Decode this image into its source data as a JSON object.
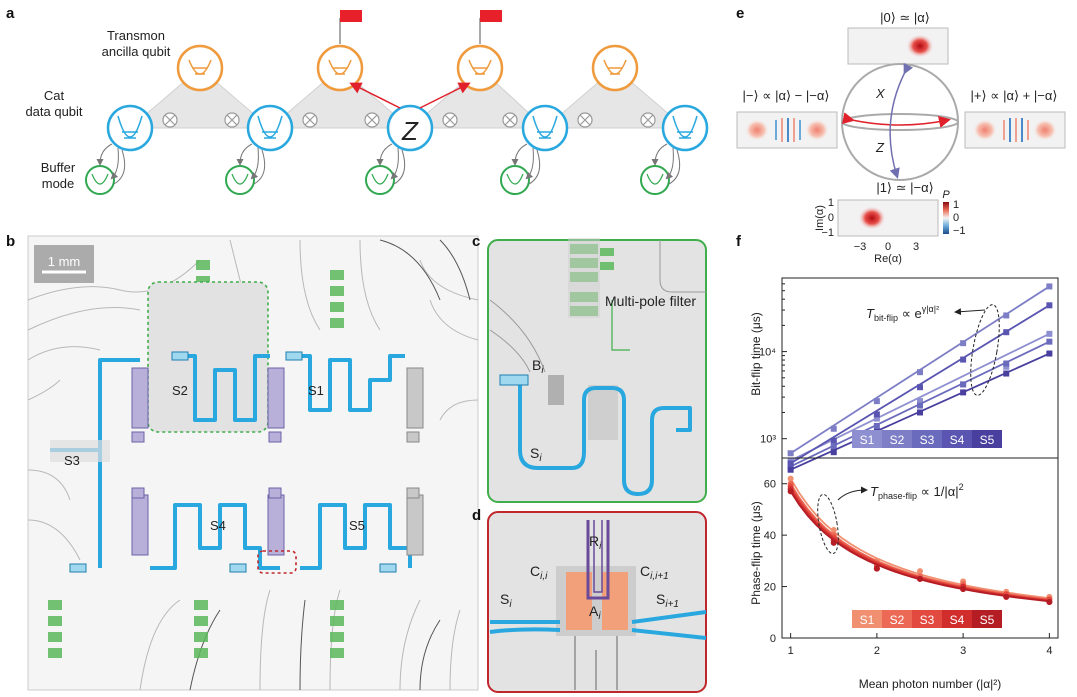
{
  "panels": {
    "a": "a",
    "b": "b",
    "c": "c",
    "d": "d",
    "e": "e",
    "f": "f"
  },
  "panel_a": {
    "transmon_label_1": "Transmon",
    "transmon_label_2": "ancilla qubit",
    "cat_label_1": "Cat",
    "cat_label_2": "data qubit",
    "buffer_label_1": "Buffer",
    "buffer_label_2": "mode",
    "z_label": "Z",
    "colors": {
      "transmon": "#ef9a3c",
      "cat": "#29a8df",
      "buffer": "#2fa84f",
      "flag": "#e8202a",
      "arrow": "#e0202a"
    }
  },
  "panel_b": {
    "scale_bar": "1 mm",
    "storage_labels": [
      "S2",
      "S1",
      "S3",
      "S4",
      "S5"
    ],
    "colors": {
      "storage": "#29a8df",
      "inset_c": "#3fae4a",
      "inset_d": "#c0272d"
    }
  },
  "panel_c": {
    "filter_label": "Multi-pole filter",
    "buffer_label": "B",
    "buffer_sub": "i",
    "storage_label": "S",
    "storage_sub": "i"
  },
  "panel_d": {
    "r_label": "R",
    "r_sub": "i",
    "c_left": "C",
    "c_left_sub": "i,i",
    "c_right": "C",
    "c_right_sub": "i,i+1",
    "a_label": "A",
    "a_sub": "i",
    "s_left": "S",
    "s_left_sub": "i",
    "s_right": "S",
    "s_right_sub": "i+1"
  },
  "panel_e": {
    "top_state": "|0⟩ ≃ |α⟩",
    "bottom_state": "|1⟩ ≃ |−α⟩",
    "left_state": "|−⟩ ∝ |α⟩ − |−α⟩",
    "right_state": "|+⟩ ∝ |α⟩ + |−α⟩",
    "x_axis": "X",
    "z_axis": "Z",
    "im_label": "Im(α)",
    "re_label": "Re(α)",
    "colorbar_label": "P",
    "colorbar_ticks": [
      "1",
      "0",
      "−1"
    ],
    "x_ticks": [
      "−3",
      "0",
      "3"
    ],
    "y_ticks": [
      "1",
      "0",
      "−1"
    ]
  },
  "panel_f": {
    "xlabel": "Mean photon number (|α|²)",
    "annotation_top": "T",
    "annotation_top_sub": "bit-flip",
    "annotation_top_rest": " ∝ e",
    "annotation_top_sup": "γ|α|²",
    "annotation_bottom": "T",
    "annotation_bottom_sub": "phase-flip",
    "annotation_bottom_rest": " ∝ 1/|α|",
    "annotation_bottom_sup": "2",
    "legend_top": [
      "S1",
      "S2",
      "S3",
      "S4",
      "S5"
    ],
    "legend_bottom": [
      "S1",
      "S2",
      "S3",
      "S4",
      "S5"
    ]
  },
  "chart_data": [
    {
      "type": "scatter",
      "ylabel": "Bit-flip time (μs)",
      "yscale": "log",
      "ylim": [
        600,
        70000
      ],
      "xlim": [
        0.9,
        4.1
      ],
      "yticks": [
        "10³",
        "10⁴"
      ],
      "x": [
        1,
        1.5,
        2,
        2.5,
        3,
        3.5,
        4
      ],
      "series": [
        {
          "name": "S1",
          "color": "#8e8fd0",
          "values": [
            560,
            900,
            1700,
            2700,
            4200,
            6700,
            16000
          ]
        },
        {
          "name": "S2",
          "color": "#7d7ec6",
          "values": [
            680,
            1300,
            2700,
            5800,
            12500,
            26000,
            56000
          ]
        },
        {
          "name": "S3",
          "color": "#6b6bbd",
          "values": [
            480,
            800,
            1400,
            2400,
            4200,
            7300,
            13000
          ]
        },
        {
          "name": "S4",
          "color": "#5955b0",
          "values": [
            520,
            950,
            1900,
            3900,
            8100,
            16700,
            34000
          ]
        },
        {
          "name": "S5",
          "color": "#483f9f",
          "values": [
            440,
            700,
            1200,
            2000,
            3400,
            5600,
            9500
          ]
        }
      ]
    },
    {
      "type": "scatter",
      "ylabel": "Phase-flip time (μs)",
      "ylim": [
        0,
        70
      ],
      "xlim": [
        0.9,
        4.1
      ],
      "xticks": [
        1,
        2,
        3,
        4
      ],
      "yticks": [
        0,
        20,
        40,
        60
      ],
      "x": [
        1,
        1.5,
        2,
        2.5,
        3,
        3.5,
        4
      ],
      "series": [
        {
          "name": "S1",
          "color": "#f09070",
          "values": [
            62,
            42,
            30,
            26,
            22,
            18,
            16
          ]
        },
        {
          "name": "S2",
          "color": "#ec6a55",
          "values": [
            60,
            40,
            29,
            24,
            21,
            17,
            15
          ]
        },
        {
          "name": "S3",
          "color": "#e34a3f",
          "values": [
            59,
            39,
            28,
            23,
            20,
            17,
            15
          ]
        },
        {
          "name": "S4",
          "color": "#d22d2d",
          "values": [
            58,
            38,
            27,
            23,
            20,
            16,
            14
          ]
        },
        {
          "name": "S5",
          "color": "#b51d25",
          "values": [
            57,
            37,
            27,
            23,
            19,
            16,
            14
          ]
        }
      ]
    }
  ]
}
